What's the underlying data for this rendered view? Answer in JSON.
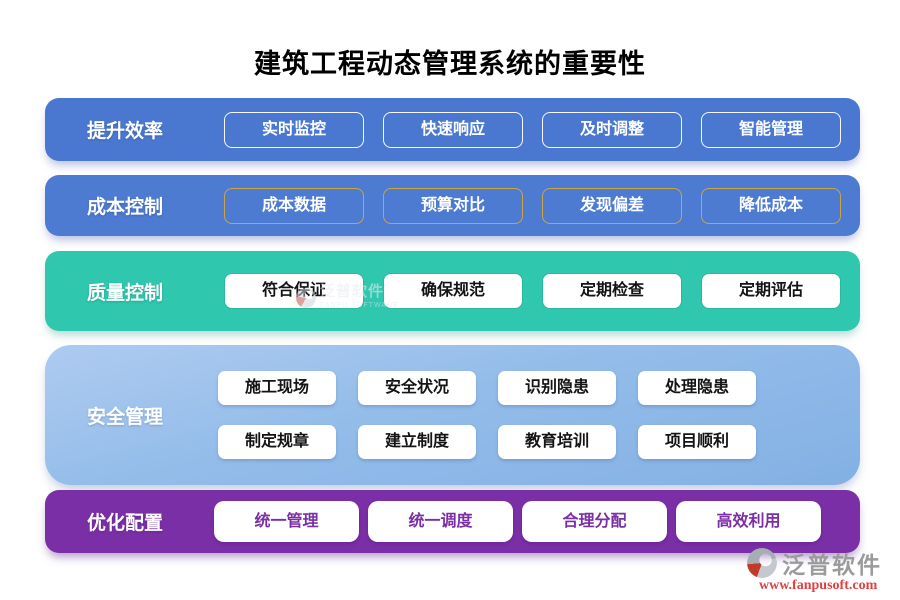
{
  "title": "建筑工程动态管理系统的重要性",
  "rows": [
    {
      "label": "提升效率",
      "items": [
        "实时监控",
        "快速响应",
        "及时调整",
        "智能管理"
      ]
    },
    {
      "label": "成本控制",
      "items": [
        "成本数据",
        "预算对比",
        "发现偏差",
        "降低成本"
      ]
    },
    {
      "label": "质量控制",
      "items": [
        "符合保证",
        "确保规范",
        "定期检查",
        "定期评估"
      ]
    },
    {
      "label": "安全管理",
      "items": [
        "施工现场",
        "安全状况",
        "识别隐患",
        "处理隐患",
        "制定规章",
        "建立制度",
        "教育培训",
        "项目顺利"
      ]
    },
    {
      "label": "优化配置",
      "items": [
        "统一管理",
        "统一调度",
        "合理分配",
        "高效利用"
      ]
    }
  ],
  "watermark": {
    "name": "泛普软件",
    "subtitle": "FANPU SOFTWARE"
  },
  "branding": {
    "name": "泛普软件",
    "url": "www.fanpusoft.com"
  },
  "colors": {
    "row_blue_1": "#4a78d0",
    "row_blue_2": "#4d7bd2",
    "row_teal": "#2fc7ae",
    "row_lightblue_top": "#aecbf1",
    "row_lightblue_bottom": "#83b0e4",
    "row_purple": "#7b2fa6",
    "gold_border": "#c9a544",
    "teal_border": "#29b89e",
    "brand_gray": "#9b9b9b",
    "brand_red": "#e04040"
  }
}
